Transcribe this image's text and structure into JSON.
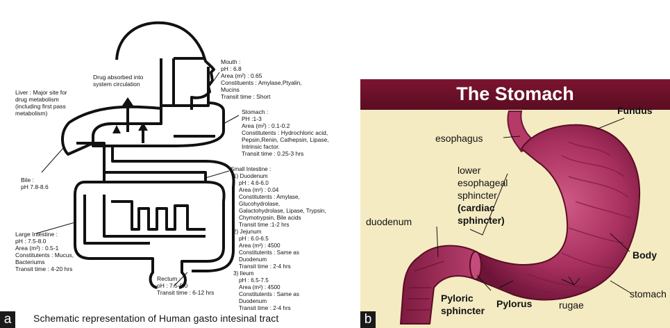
{
  "panel_a": {
    "label": "a",
    "caption": "Schematic representation of Human  gasto intesinal tract",
    "absorbed_note": [
      "Drug absorbed into",
      "system circulation"
    ],
    "liver": [
      "Liver : Major site for",
      "drug metabolism",
      "(including first pass",
      "metabolism)"
    ],
    "bile": [
      "Bile :",
      "pH 7.8-8.6"
    ],
    "mouth": [
      "Mouth :",
      "pH : 6.8",
      "Area (m²) : 0.65",
      "Constituents : Amylase,Ptyalin,",
      "Mucins",
      "Transit time : Short"
    ],
    "stomach": [
      "Stomach :",
      "PH :1-3",
      "Area (m²) : 0.1-0.2",
      "Constitutents : Hydrochloric acid,",
      "Pepsin,Renin, Cathepsin, Lipase,",
      "Intrinsic factor.",
      "Transit time : 0.25-3 hrs"
    ],
    "small_intestine": [
      "Small Intestine :",
      "1)   Duodenum",
      "pH : 4.6-6.0",
      "Area (m²) : 0.04",
      "Constitutents : Amylase,",
      "Glucohydrolase,",
      "Galactohydrolase, Lipase, Trypsin,",
      "Chymotrypsin, Bile acids",
      "Transit time :1-2 hrs",
      "2)   Jejunum",
      "pH : 6.0-6.5",
      "Area (m²) : 4500",
      "Constitutents : Same as",
      "Duodenum",
      "Transit time : 2-4 hrs",
      "3)   Ileum",
      "pH : 6.5-7.5",
      "Area (m²) : 4500",
      "Constitutents : Same as",
      "Duodenum",
      "Transit time : 2-4 hrs"
    ],
    "large_intestine": [
      "Large Intestine :",
      "pH : 7.5-8.0",
      "Area (m²) : 0.5-1",
      "Constitutents : Mucus,",
      "Bacteriums",
      "Transit time : 4-20 hrs"
    ],
    "rectum": [
      "Rectum :",
      "pH : 7.5-8.0",
      "Transit time : 6-12 hrs"
    ]
  },
  "panel_b": {
    "label": "b",
    "title": "The Stomach",
    "labels": {
      "fundus": "Fundus",
      "esophagus": "esophagus",
      "lower_sphincter": [
        "lower",
        "esophageal",
        "sphincter"
      ],
      "cardiac": [
        "(cardiac",
        "sphincter)"
      ],
      "duodenum": "duodenum",
      "body": "Body",
      "stomach": "stomach",
      "pyloric": [
        "Pyloric",
        "sphincter"
      ],
      "pylorus": "Pylorus",
      "rugae": "rugae"
    }
  }
}
